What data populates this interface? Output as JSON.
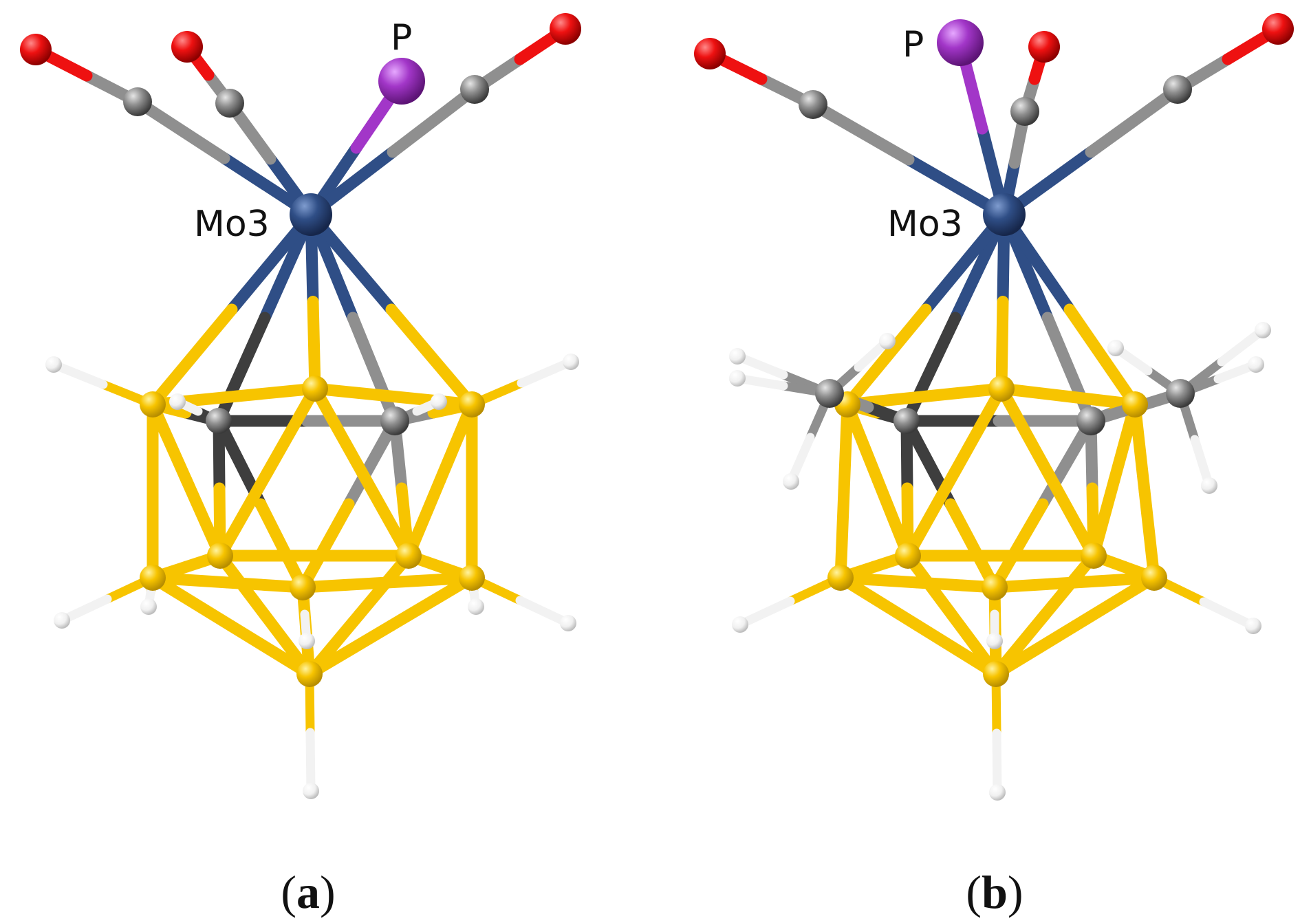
{
  "panels": [
    {
      "id": "a",
      "open": "(",
      "letter": "a",
      "close": ")",
      "mo_label": "Mo3",
      "p_label": "P",
      "variant": "unsubstituted"
    },
    {
      "id": "b",
      "open": "(",
      "letter": "b",
      "close": ")",
      "mo_label": "Mo3",
      "p_label": "P",
      "variant": "methyl-substituted"
    }
  ],
  "colors": {
    "boron": "#f7c400",
    "carbon": "#8f8f8f",
    "carbon_dark": "#3e3e3e",
    "hydrogen": "#f2f2f2",
    "oxygen": "#ee1111",
    "phosphorus": "#a236c8",
    "molybdenum": "#2f4e86",
    "background": "#ffffff"
  }
}
